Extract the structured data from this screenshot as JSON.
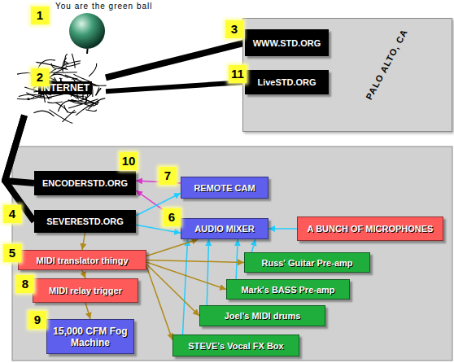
{
  "diagram": {
    "nodes": [
      {
        "text": [
          "You are the green ball"
        ]
      },
      {
        "text": [
          "INTERNET"
        ]
      },
      {
        "text": [
          "PALO ALTO, CA"
        ]
      },
      {
        "text": [
          "WWW.STD.ORG"
        ],
        "in": 2
      },
      {
        "text": [
          "LiveSTD.ORG"
        ],
        "in": 2
      },
      {
        "text": [
          "ENCODERSTD.ORG"
        ]
      },
      {
        "text": [
          "REMOTE CAM"
        ]
      },
      {
        "text": [
          "SEVERESTD.ORG"
        ]
      },
      {
        "text": [
          "AUDIO MIXER"
        ]
      },
      {
        "text": [
          "A BUNCH OF MICROPHONES"
        ]
      },
      {
        "text": [
          "MIDI translator thingy"
        ]
      },
      {
        "text": [
          "Russ' Guitar Pre-amp"
        ]
      },
      {
        "text": [
          "MIDI relay trigger"
        ]
      },
      {
        "text": [
          "Mark's BASS Pre-amp"
        ]
      },
      {
        "text": [
          "Joel's MIDI drums"
        ]
      },
      {
        "text": [
          "15,000 CFM Fog Machine"
        ]
      },
      {
        "text": [
          "STEVE's Vocal FX Box"
        ]
      }
    ],
    "edges": [
      {
        "from": 0,
        "to": 1,
        "arrow": "none"
      },
      {
        "from": 1,
        "to": 3,
        "arrow": "none"
      },
      {
        "from": 1,
        "to": 4,
        "arrow": "none"
      },
      {
        "from": 1,
        "to": 5,
        "arrow": "none"
      },
      {
        "from": 1,
        "to": 7,
        "arrow": "none"
      },
      {
        "from": 6,
        "to": 5,
        "arrow": "to"
      },
      {
        "from": 8,
        "to": 5,
        "arrow": "to"
      },
      {
        "from": 7,
        "to": 6,
        "arrow": "to"
      },
      {
        "from": 7,
        "to": 8,
        "arrow": "to"
      },
      {
        "from": 9,
        "to": 8,
        "arrow": "to"
      },
      {
        "from": 11,
        "to": 8,
        "arrow": "to"
      },
      {
        "from": 13,
        "to": 8,
        "arrow": "to"
      },
      {
        "from": 14,
        "to": 8,
        "arrow": "to"
      },
      {
        "from": 16,
        "to": 8,
        "arrow": "to"
      },
      {
        "from": 7,
        "to": 10,
        "arrow": "to"
      },
      {
        "from": 10,
        "to": 8,
        "arrow": "to"
      },
      {
        "from": 10,
        "to": 11,
        "arrow": "to"
      },
      {
        "from": 10,
        "to": 13,
        "arrow": "to"
      },
      {
        "from": 10,
        "to": 14,
        "arrow": "to"
      },
      {
        "from": 10,
        "to": 16,
        "arrow": "to"
      },
      {
        "from": 10,
        "to": 12,
        "arrow": "to"
      },
      {
        "from": 12,
        "to": 15,
        "arrow": "to"
      }
    ],
    "labels": [
      "1",
      "2",
      "3",
      "11",
      "10",
      "7",
      "4",
      "6",
      "5",
      "8",
      "9"
    ]
  }
}
